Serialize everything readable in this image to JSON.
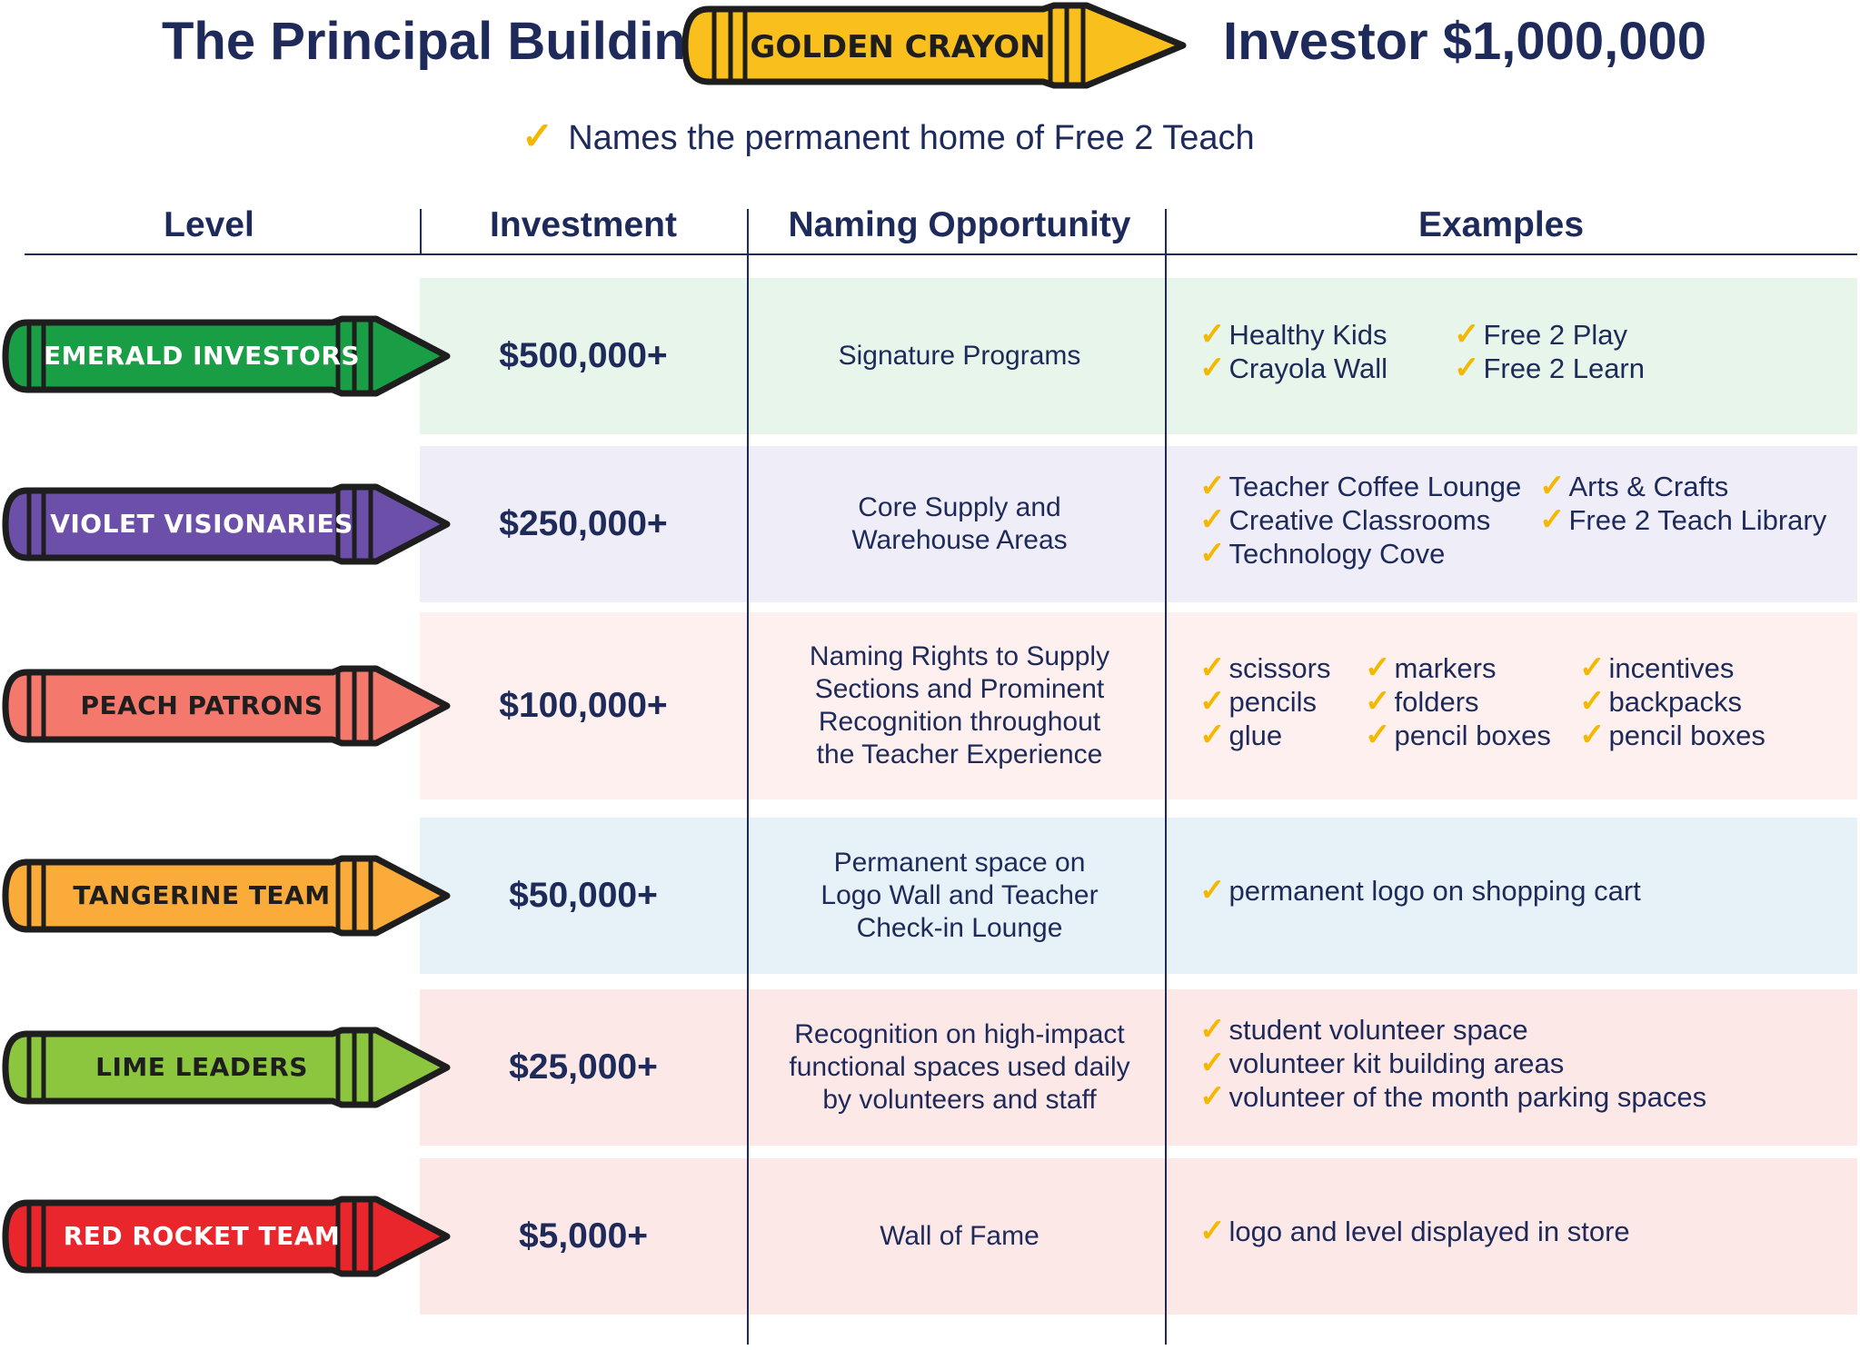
{
  "header": {
    "title_left": "The Principal Building",
    "crayon_label": "GOLDEN CRAYON",
    "title_right": "Investor $1,000,000",
    "subtitle": "Names the permanent home of Free 2 Teach",
    "crayon_color": "#f9bf1d"
  },
  "columns": [
    "Level",
    "Investment",
    "Naming Opportunity",
    "Examples"
  ],
  "tiers": [
    {
      "level": "EMERALD INVESTORS",
      "investment": "$500,000+",
      "naming": [
        "Signature Programs"
      ],
      "examples": [
        [
          "Healthy Kids",
          "Crayola Wall"
        ],
        [
          "Free 2 Play",
          "Free 2 Learn"
        ]
      ],
      "crayon_color": "#1a9e45",
      "label_color": "#ffffff",
      "row_bg": "#e7f5ea"
    },
    {
      "level": "VIOLET VISIONARIES",
      "investment": "$250,000+",
      "naming": [
        "Core Supply and",
        "Warehouse Areas"
      ],
      "examples": [
        [
          "Teacher Coffee Lounge",
          "Creative Classrooms",
          "Technology Cove"
        ],
        [
          "Arts & Crafts",
          "Free 2 Teach Library"
        ]
      ],
      "crayon_color": "#6b4fa8",
      "label_color": "#ffffff",
      "row_bg": "#efeef8"
    },
    {
      "level": "PEACH PATRONS",
      "investment": "$100,000+",
      "naming": [
        "Naming Rights to Supply",
        "Sections and Prominent",
        "Recognition throughout",
        "the Teacher Experience"
      ],
      "examples": [
        [
          "scissors",
          "pencils",
          "glue"
        ],
        [
          "markers",
          "folders",
          "pencil boxes"
        ],
        [
          "incentives",
          "backpacks",
          "pencil boxes"
        ]
      ],
      "crayon_color": "#f4786b",
      "label_color": "#1e1e1e",
      "row_bg": "#fdf0ee"
    },
    {
      "level": "TANGERINE TEAM",
      "investment": "$50,000+",
      "naming": [
        "Permanent space on",
        "Logo Wall and Teacher",
        "Check-in Lounge"
      ],
      "examples": [
        [
          "permanent logo on shopping cart"
        ]
      ],
      "crayon_color": "#fbab3a",
      "label_color": "#1e1e1e",
      "row_bg": "#e6f1f8"
    },
    {
      "level": "LIME LEADERS",
      "investment": "$25,000+",
      "naming": [
        "Recognition on high-impact",
        "functional spaces used daily",
        "by volunteers and staff"
      ],
      "examples": [
        [
          "student volunteer space",
          "volunteer kit building areas",
          "volunteer of the month parking spaces"
        ]
      ],
      "crayon_color": "#8cc63f",
      "label_color": "#1e1e1e",
      "row_bg": "#fde8e8"
    },
    {
      "level": "RED ROCKET TEAM",
      "investment": "$5,000+",
      "naming": [
        "Wall of Fame"
      ],
      "examples": [
        [
          "logo and level displayed in store"
        ]
      ],
      "crayon_color": "#e8262c",
      "label_color": "#ffffff",
      "row_bg": "#fde8e8"
    }
  ]
}
